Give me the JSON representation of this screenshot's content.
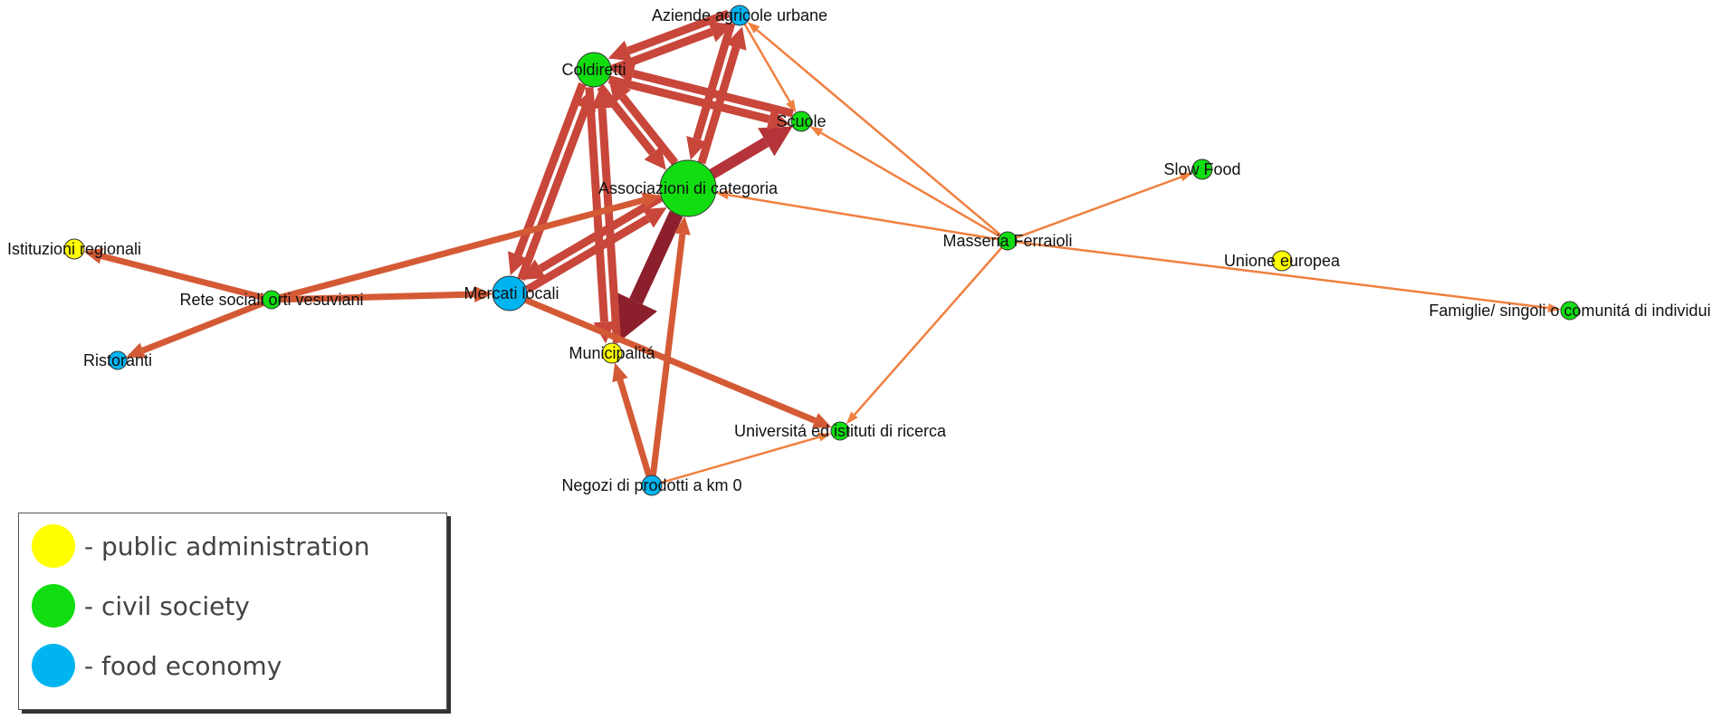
{
  "legend": {
    "items": [
      {
        "color": "#ffff00",
        "label": "- public administration"
      },
      {
        "color": "#11dd11",
        "label": "- civil society"
      },
      {
        "color": "#00b4f0",
        "label": "- food economy"
      }
    ]
  },
  "graph": {
    "nodes": [
      {
        "id": "aziende",
        "label": "Aziende agricole urbane",
        "group": "food economy"
      },
      {
        "id": "coldiretti",
        "label": "Coldiretti",
        "group": "civil society"
      },
      {
        "id": "scuole",
        "label": "Scuole",
        "group": "civil society"
      },
      {
        "id": "associazioni",
        "label": "Associazioni di categoria",
        "group": "civil society"
      },
      {
        "id": "slowfood",
        "label": "Slow Food",
        "group": "civil society"
      },
      {
        "id": "masseria",
        "label": "Masseria Ferraioli",
        "group": "civil society"
      },
      {
        "id": "istituzioni",
        "label": "Istituzioni regionali",
        "group": "public administration"
      },
      {
        "id": "unione",
        "label": "Unione europea",
        "group": "public administration"
      },
      {
        "id": "rete",
        "label": "Rete sociali orti vesuviani",
        "group": "civil society"
      },
      {
        "id": "mercati",
        "label": "Mercati locali",
        "group": "food economy"
      },
      {
        "id": "famiglie",
        "label": "Famiglie/ singoli o comunitá di individui",
        "group": "civil society"
      },
      {
        "id": "ristoranti",
        "label": "Ristoranti",
        "group": "food economy"
      },
      {
        "id": "municipalita",
        "label": "Municipalitá",
        "group": "public administration"
      },
      {
        "id": "universita",
        "label": "Universitá ed istituti di ricerca",
        "group": "civil society"
      },
      {
        "id": "negozi",
        "label": "Negozi di prodotti a km 0",
        "group": "food economy"
      }
    ],
    "edges": [
      {
        "from": "associazioni",
        "to": "municipalita",
        "weight": 5
      },
      {
        "from": "associazioni",
        "to": "scuole",
        "weight": 4
      },
      {
        "from": "coldiretti",
        "to": "aziende",
        "weight": 3
      },
      {
        "from": "aziende",
        "to": "coldiretti",
        "weight": 3
      },
      {
        "from": "coldiretti",
        "to": "scuole",
        "weight": 3
      },
      {
        "from": "scuole",
        "to": "coldiretti",
        "weight": 3
      },
      {
        "from": "associazioni",
        "to": "aziende",
        "weight": 3
      },
      {
        "from": "aziende",
        "to": "associazioni",
        "weight": 3
      },
      {
        "from": "coldiretti",
        "to": "associazioni",
        "weight": 3
      },
      {
        "from": "associazioni",
        "to": "coldiretti",
        "weight": 3
      },
      {
        "from": "coldiretti",
        "to": "mercati",
        "weight": 3
      },
      {
        "from": "mercati",
        "to": "coldiretti",
        "weight": 3
      },
      {
        "from": "coldiretti",
        "to": "municipalita",
        "weight": 3
      },
      {
        "from": "municipalita",
        "to": "coldiretti",
        "weight": 3
      },
      {
        "from": "associazioni",
        "to": "mercati",
        "weight": 3
      },
      {
        "from": "mercati",
        "to": "associazioni",
        "weight": 3
      },
      {
        "from": "rete",
        "to": "istituzioni",
        "weight": 2
      },
      {
        "from": "rete",
        "to": "ristoranti",
        "weight": 2
      },
      {
        "from": "rete",
        "to": "mercati",
        "weight": 2
      },
      {
        "from": "rete",
        "to": "associazioni",
        "weight": 2
      },
      {
        "from": "mercati",
        "to": "universita",
        "weight": 2
      },
      {
        "from": "negozi",
        "to": "municipalita",
        "weight": 2
      },
      {
        "from": "negozi",
        "to": "associazioni",
        "weight": 2
      },
      {
        "from": "masseria",
        "to": "aziende",
        "weight": 1
      },
      {
        "from": "masseria",
        "to": "scuole",
        "weight": 1
      },
      {
        "from": "masseria",
        "to": "associazioni",
        "weight": 1
      },
      {
        "from": "masseria",
        "to": "slowfood",
        "weight": 1
      },
      {
        "from": "masseria",
        "to": "universita",
        "weight": 1
      },
      {
        "from": "masseria",
        "to": "famiglie",
        "weight": 1
      },
      {
        "from": "aziende",
        "to": "scuole",
        "weight": 1
      },
      {
        "from": "negozi",
        "to": "universita",
        "weight": 1
      }
    ]
  }
}
